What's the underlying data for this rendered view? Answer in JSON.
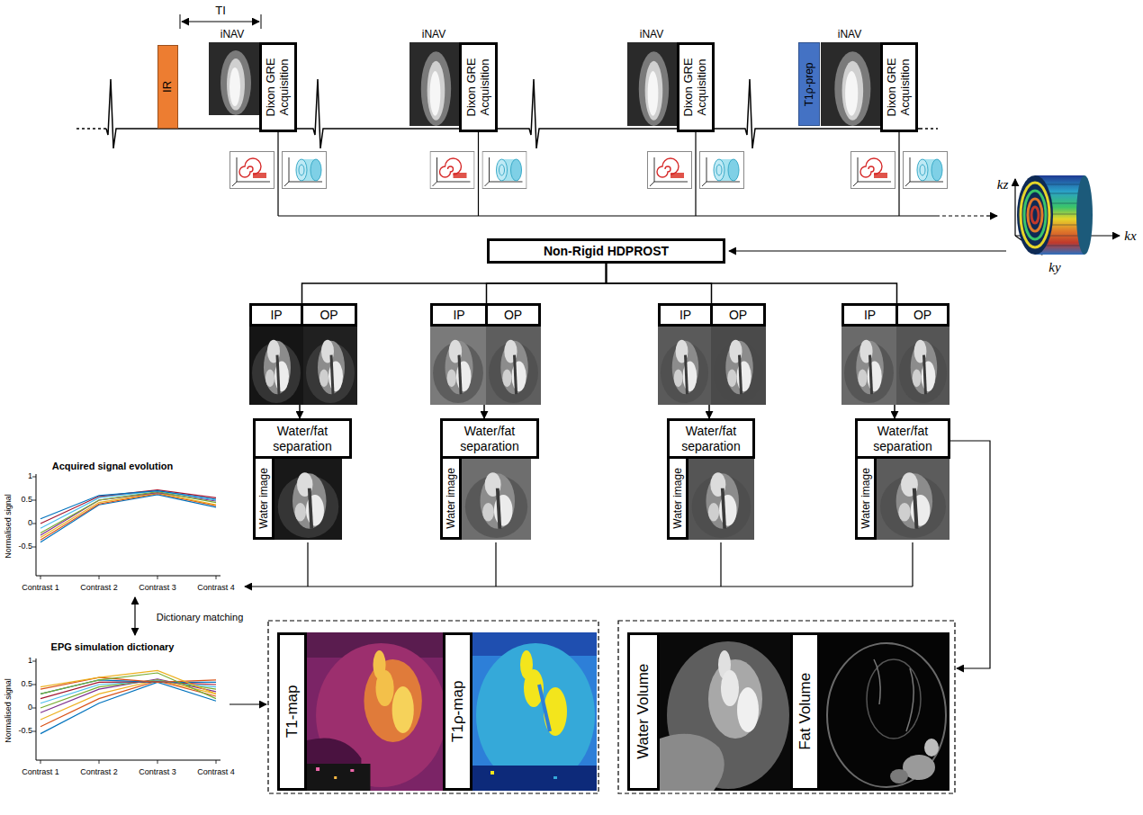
{
  "diagram": {
    "nodes": [
      {
        "text": [
          "IR"
        ]
      },
      {
        "text": [
          "Dixon GRE Acquisition"
        ]
      },
      {
        "text": [
          "Dixon GRE Acquisition"
        ]
      },
      {
        "text": [
          "Dixon GRE Acquisition"
        ]
      },
      {
        "text": [
          "T1ρ-prep"
        ]
      },
      {
        "text": [
          "Dixon GRE Acquisition"
        ]
      },
      {
        "text": [
          "Non-Rigid HDPROST"
        ]
      },
      {
        "text": [
          "IP"
        ]
      },
      {
        "text": [
          "OP"
        ]
      },
      {
        "text": [
          "IP"
        ]
      },
      {
        "text": [
          "OP"
        ]
      },
      {
        "text": [
          "IP"
        ]
      },
      {
        "text": [
          "OP"
        ]
      },
      {
        "text": [
          "IP"
        ]
      },
      {
        "text": [
          "OP"
        ]
      },
      {
        "text": [
          "Water/fat separation"
        ]
      },
      {
        "text": [
          "Water/fat separation"
        ]
      },
      {
        "text": [
          "Water/fat separation"
        ]
      },
      {
        "text": [
          "Water/fat separation"
        ]
      },
      {
        "text": [
          "Water image"
        ]
      },
      {
        "text": [
          "Water image"
        ]
      },
      {
        "text": [
          "Water image"
        ]
      },
      {
        "text": [
          "Water image"
        ]
      },
      {
        "text": [
          "T1-map"
        ]
      },
      {
        "text": [
          "T1ρ-map"
        ]
      },
      {
        "text": [
          "Water Volume"
        ]
      },
      {
        "text": [
          "Fat Volume"
        ]
      }
    ],
    "edges": [
      {
        "from": 6,
        "to": 7,
        "arrow": "none"
      },
      {
        "from": 6,
        "to": 9,
        "arrow": "none"
      },
      {
        "from": 6,
        "to": 11,
        "arrow": "none"
      },
      {
        "from": 6,
        "to": 13,
        "arrow": "none"
      },
      {
        "from": 7,
        "to": 15,
        "arrow": "to"
      },
      {
        "from": 9,
        "to": 16,
        "arrow": "to"
      },
      {
        "from": 11,
        "to": 17,
        "arrow": "to"
      },
      {
        "from": 13,
        "to": 18,
        "arrow": "to"
      }
    ],
    "labels": [
      "TI",
      "iNAV",
      "iNAV",
      "iNAV",
      "iNAV",
      "kz",
      "kx",
      "ky",
      "Acquired signal evolution",
      "Normalised signal",
      "1",
      "0.5",
      "0",
      "-0.5",
      "Contrast 1",
      "Contrast 2",
      "Contrast 3",
      "Contrast 4",
      "Dictionary matching",
      "EPG simulation dictionary",
      "Normalised signal",
      "1",
      "0.5",
      "0",
      "-0.5",
      "Contrast 1",
      "Contrast 2",
      "Contrast 3",
      "Contrast 4"
    ]
  }
}
